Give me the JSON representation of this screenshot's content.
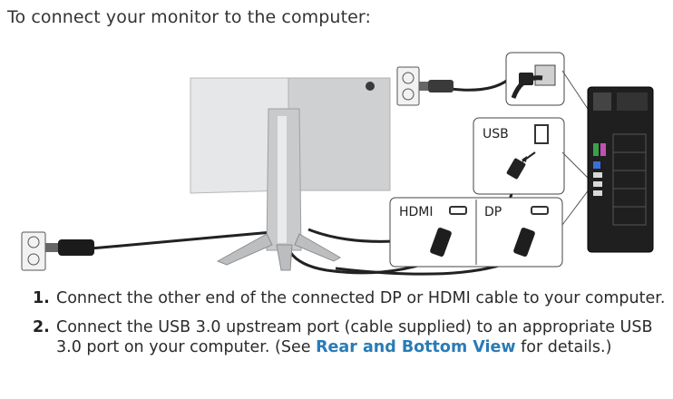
{
  "heading": "To connect your monitor to the computer:",
  "labels": {
    "usb": "USB",
    "hdmi": "HDMI",
    "dp": "DP"
  },
  "steps": [
    {
      "number": "1.",
      "text": "Connect the other end of the connected DP or HDMI cable to your computer."
    },
    {
      "number": "2.",
      "text_before": "Connect the USB 3.0 upstream port (cable supplied) to an appropriate USB 3.0 port on your computer. (See ",
      "link": "Rear and Bottom View",
      "text_after": " for details.)"
    }
  ],
  "colors": {
    "link": "#2a7bb6",
    "monitor": "#d6d7d9",
    "tower": "#1f1f1f"
  }
}
